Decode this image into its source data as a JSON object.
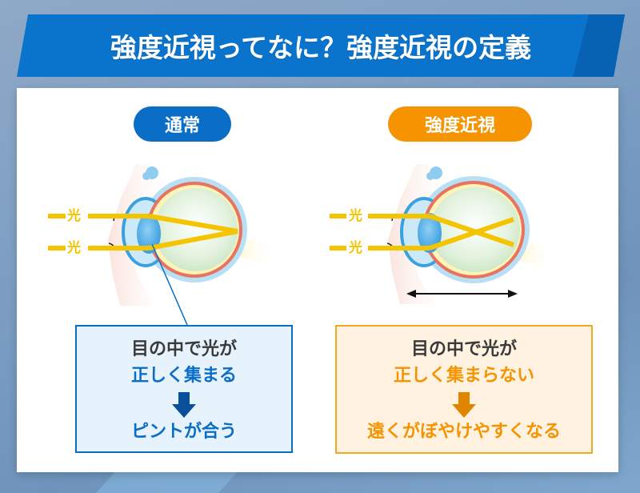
{
  "header": {
    "title": "強度近視ってなに？強度近視の定義"
  },
  "colors": {
    "banner_blue": "#0a74cc",
    "normal_blue": "#0a6ec6",
    "myopia_orange": "#f59300",
    "light_ray_yellow": "#f5c400",
    "arrow_dark_blue": "#0a4f9c",
    "arrow_dark_orange": "#e08500"
  },
  "panels": [
    {
      "label": "通常",
      "ray_labels": [
        "光",
        "光"
      ],
      "focus": "on retina",
      "box": {
        "line1": "目の中で光が",
        "line2": "正しく集まる",
        "arrow_icon": "down-arrow-icon",
        "line3": "ピントが合う"
      }
    },
    {
      "label": "強度近視",
      "ray_labels": [
        "光",
        "光"
      ],
      "focus": "in front of retina (elongated eyeball)",
      "box": {
        "line1": "目の中で光が",
        "line2": "正しく集まらない",
        "arrow_icon": "down-arrow-icon",
        "line3": "遠くがぼやけやすくなる"
      }
    }
  ]
}
